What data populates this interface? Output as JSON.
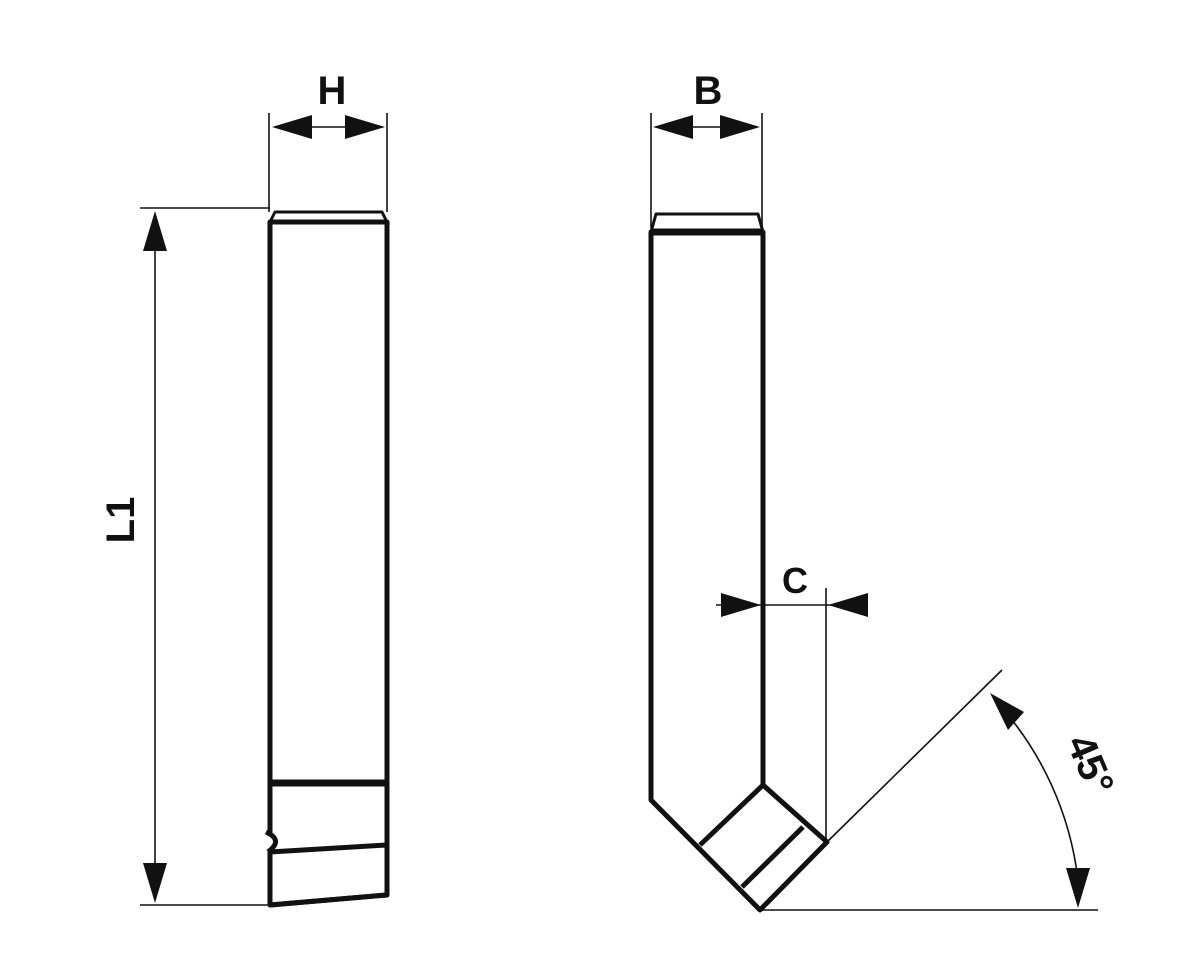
{
  "labels": {
    "h": "H",
    "b": "B",
    "l1": "L1",
    "c": "C",
    "angle": "45°"
  },
  "colors": {
    "line": "#111111",
    "background": "#ffffff"
  }
}
